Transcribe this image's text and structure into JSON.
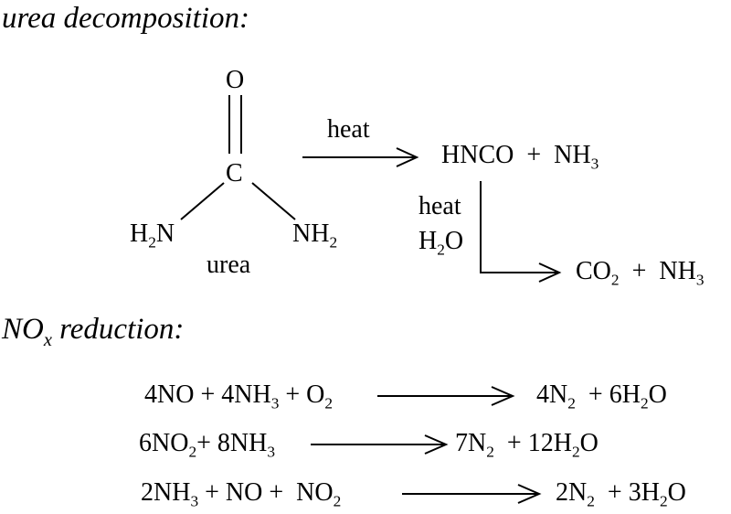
{
  "section1": {
    "heading": "urea decomposition:",
    "urea": {
      "o": "O",
      "c": "C",
      "h2n_h": "H",
      "h2n_2": "2",
      "h2n_n": "N",
      "nh2_nh": "NH",
      "nh2_2": "2",
      "label": "urea"
    },
    "step1": {
      "condition": "heat",
      "product_1": "HNCO",
      "plus": "+",
      "product_2_base": "NH",
      "product_2_sub": "3"
    },
    "step2": {
      "condition_1": "heat",
      "condition_2_h": "H",
      "condition_2_sub": "2",
      "condition_2_o": "O",
      "product_1_base": "CO",
      "product_1_sub": "2",
      "plus": "+",
      "product_2_base": "NH",
      "product_2_sub": "3"
    }
  },
  "section2": {
    "heading_base": "NO",
    "heading_sub": "x",
    "heading_rest": " reduction:",
    "reactions": [
      {
        "lhs": [
          [
            "4NO + 4NH",
            ""
          ],
          [
            "3",
            "sub"
          ],
          [
            " + O",
            ""
          ],
          [
            "2",
            "sub"
          ]
        ],
        "rhs": [
          [
            "4N",
            ""
          ],
          [
            "2",
            "sub"
          ],
          [
            "  + 6H",
            ""
          ],
          [
            "2",
            "sub"
          ],
          [
            "O",
            ""
          ]
        ]
      },
      {
        "lhs": [
          [
            "6NO",
            ""
          ],
          [
            "2",
            "sub"
          ],
          [
            "+ 8NH",
            ""
          ],
          [
            "3",
            "sub"
          ]
        ],
        "rhs": [
          [
            "7N",
            ""
          ],
          [
            "2",
            "sub"
          ],
          [
            "  + 12H",
            ""
          ],
          [
            "2",
            "sub"
          ],
          [
            "O",
            ""
          ]
        ]
      },
      {
        "lhs": [
          [
            "2NH",
            ""
          ],
          [
            "3",
            "sub"
          ],
          [
            " + NO +  NO",
            ""
          ],
          [
            "2",
            "sub"
          ]
        ],
        "rhs": [
          [
            "2N",
            ""
          ],
          [
            "2",
            "sub"
          ],
          [
            "  + 3H",
            ""
          ],
          [
            "2",
            "sub"
          ],
          [
            "O",
            ""
          ]
        ]
      }
    ]
  }
}
